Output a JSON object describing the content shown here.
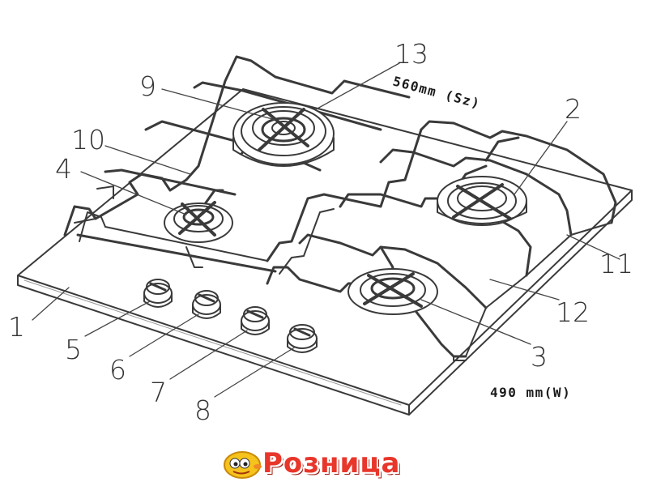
{
  "dimensions": {
    "depth_label": "560mm (Sz)",
    "width_label": "490 mm(W)"
  },
  "callouts": [
    "1",
    "2",
    "3",
    "4",
    "5",
    "6",
    "7",
    "8",
    "9",
    "10",
    "11",
    "12",
    "13"
  ],
  "brand": {
    "name": "Розница"
  }
}
